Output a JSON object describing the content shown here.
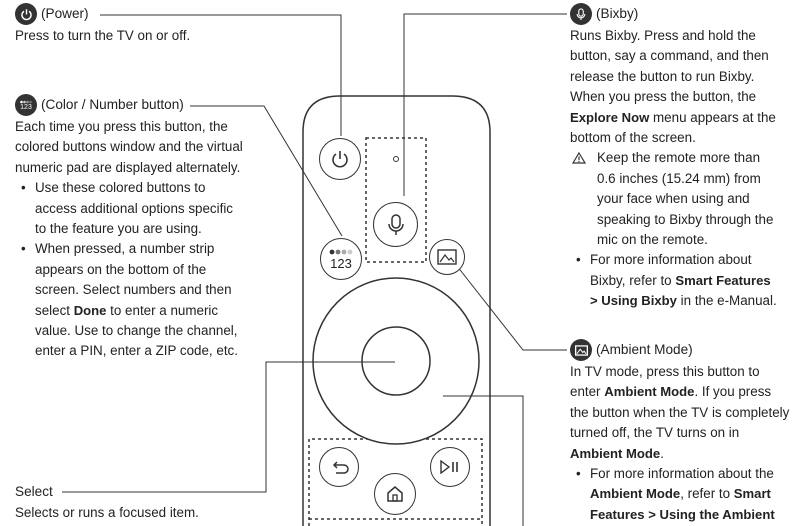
{
  "power": {
    "title": "(Power)",
    "desc": "Press to turn the TV on or off."
  },
  "color": {
    "title": "(Color / Number button)",
    "desc": "Each time you press this button, the colored buttons window and the virtual numeric pad are displayed alternately.",
    "bullets": [
      "Use these colored buttons to access additional options specific to the feature you are using.",
      [
        "When pressed, a number strip appears on the bottom of the screen. Select numbers and then select ",
        "Done",
        " to enter a numeric value. Use to change the channel, enter a PIN, enter a ZIP code, etc."
      ]
    ]
  },
  "select": {
    "title": "Select",
    "desc": "Selects or runs a focused item."
  },
  "bixby": {
    "title": "(Bixby)",
    "desc_1": "Runs Bixby. Press and hold the button, say a command, and then release the button to run Bixby. When you press the button, the ",
    "explore": "Explore Now",
    "desc_2": " menu appears at the bottom of the screen.",
    "warning": "Keep the remote more than 0.6 inches (15.24 mm) from your face when using and speaking to Bixby through the mic on the remote.",
    "bullet_1": "For more information about Bixby, refer to ",
    "bullet_b": "Smart Features > Using Bixby",
    "bullet_2": " in the e-Manual."
  },
  "ambient": {
    "title": "(Ambient Mode)",
    "desc_1": "In TV mode, press this button to enter ",
    "bold_1": "Ambient Mode",
    "desc_2": ". If you press the button when the TV is completely turned off, the TV turns on in ",
    "bold_2": "Ambient Mode",
    "desc_3": ".",
    "bullet_1": "For more information about the ",
    "bullet_b1": "Ambient Mode",
    "bullet_2": ", refer to ",
    "bullet_b2": "Smart Features > Using the Ambient"
  },
  "remote": {
    "number_label": "123"
  },
  "icons": [
    "power-icon",
    "color-number-icon",
    "mic-icon",
    "ambient-icon",
    "warning-icon",
    "back-icon",
    "play-pause-icon",
    "home-icon"
  ]
}
